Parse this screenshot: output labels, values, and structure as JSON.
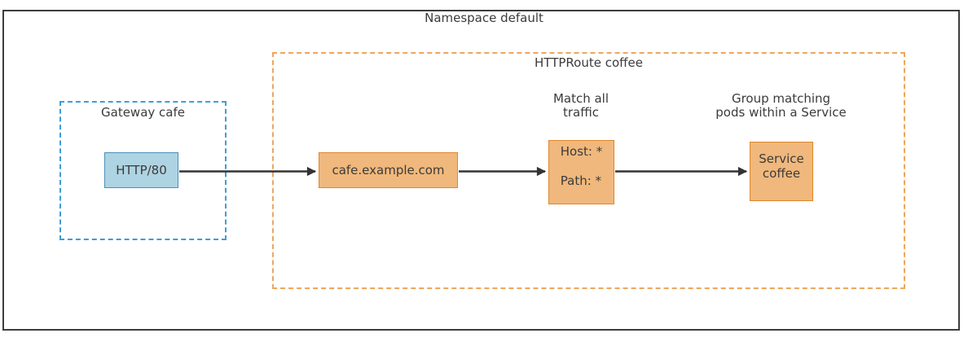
{
  "colors": {
    "outer_border": "#3d3d3d",
    "text": "#3b3b3b",
    "gateway_dashed_border": "#3e9dd6",
    "httproute_dashed_border": "#eda65c",
    "listener_fill": "#aed3e2",
    "listener_border": "#4a90ba",
    "route_fill": "#f0b87c",
    "route_border": "#e0862c",
    "arrow": "#333333"
  },
  "namespace": {
    "title": "Namespace default"
  },
  "gateway": {
    "label": "Gateway cafe",
    "listener": "HTTP/80"
  },
  "httproute": {
    "label": "HTTPRoute coffee",
    "hostname": "cafe.example.com",
    "match_annotation": "Match all\ntraffic",
    "match_host": "Host: *",
    "match_path": "Path: *",
    "backend_annotation": "Group matching\npods within a Service",
    "backend_service": "Service\ncoffee"
  }
}
